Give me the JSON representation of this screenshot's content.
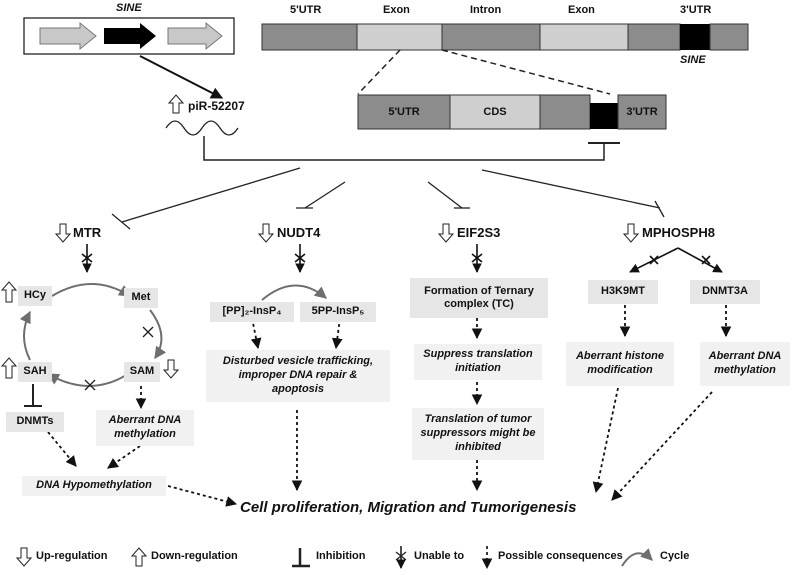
{
  "sine_label": "SINE",
  "gene": {
    "utr5": "5'UTR",
    "exon1": "Exon",
    "intron": "Intron",
    "exon2": "Exon",
    "utr3": "3'UTR",
    "sine": "SINE"
  },
  "mrna": {
    "utr5": "5'UTR",
    "cds": "CDS",
    "utr3": "3'UTR"
  },
  "pirna": "piR-52207",
  "targets": {
    "mtr": "MTR",
    "nudt4": "NUDT4",
    "eif2s3": "EIF2S3",
    "mphosph8": "MPHOSPH8"
  },
  "mtr_branch": {
    "hcy": "HCy",
    "met": "Met",
    "sah": "SAH",
    "sam": "SAM",
    "dnmts": "DNMTs",
    "aberrant_line1": "Aberrant DNA",
    "aberrant_line2": "methylation",
    "hypomethylation": "DNA Hypomethylation"
  },
  "nudt4_branch": {
    "left_node": "[PP]₂-InsP₄",
    "right_node": "5PP-InsP₅",
    "consequence_line1": "Disturbed vesicle trafficking,",
    "consequence_line2": "improper DNA repair &",
    "consequence_line3": "apoptosis"
  },
  "eif2s3_branch": {
    "tc_line1": "Formation of Ternary",
    "tc_line2": "complex (TC)",
    "suppress_line1": "Suppress translation",
    "suppress_line2": "initiation",
    "tumor_line1": "Translation of tumor",
    "tumor_line2": "suppressors might be",
    "tumor_line3": "inhibited"
  },
  "mphosph8_branch": {
    "h3k9mt": "H3K9MT",
    "dnmt3a": "DNMT3A",
    "histone_line1": "Aberrant histone",
    "histone_line2": "modification",
    "dna_line1": "Aberrant DNA",
    "dna_line2": "methylation"
  },
  "outcome": "Cell proliferation,  Migration and Tumorigenesis",
  "legend": {
    "up": "Up-regulation",
    "down": "Down-regulation",
    "inhibition": "Inhibition",
    "unable": "Unable to",
    "possible": "Possible consequences",
    "cycle": "Cycle"
  },
  "colors": {
    "dark_segment": "#8c8c8c",
    "light_segment": "#cfcfcf",
    "node_fill": "#e6e6e6",
    "sine_black": "#000000"
  }
}
